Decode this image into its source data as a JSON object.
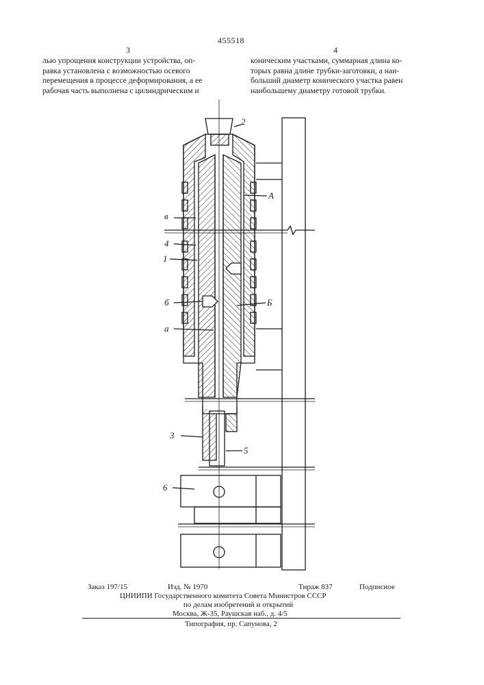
{
  "header": {
    "patent_number": "455518",
    "column_left": "3",
    "column_right": "4"
  },
  "text": {
    "left_lines": [
      "лью упрощения конструкции устройства, оп-",
      "равка установлена с возможностью осевого",
      "перемещения в процессе деформирования, а ее",
      "рабочая часть выполнена с цилиндрическим и"
    ],
    "right_lines": [
      "коническим участками, суммарная длина ко-",
      "торых равна длине трубки-заготовки, а наи-",
      "больший диаметр конического участка равен",
      "наибольшему диаметру готовой трубки."
    ]
  },
  "figure": {
    "labels": {
      "l2": "2",
      "lA": "А",
      "lv": "в",
      "l4": "4",
      "l1": "1",
      "lb_small": "б",
      "lB": "Б",
      "la": "а",
      "l3": "3",
      "l5": "5",
      "l6": "6"
    }
  },
  "footer": {
    "order": "Заказ 197/15",
    "edition": "Изд. № 1970",
    "circulation": "Тираж 837",
    "subscription": "Подписное",
    "org_line1": "ЦНИИПИ Государственного комитета Совета Министров СССР",
    "org_line2": "по делам изобретений и открытий",
    "org_line3": "Москва, Ж-35, Раушская наб., д. 4/5",
    "printer": "Типография, пр. Сапунова, 2"
  }
}
